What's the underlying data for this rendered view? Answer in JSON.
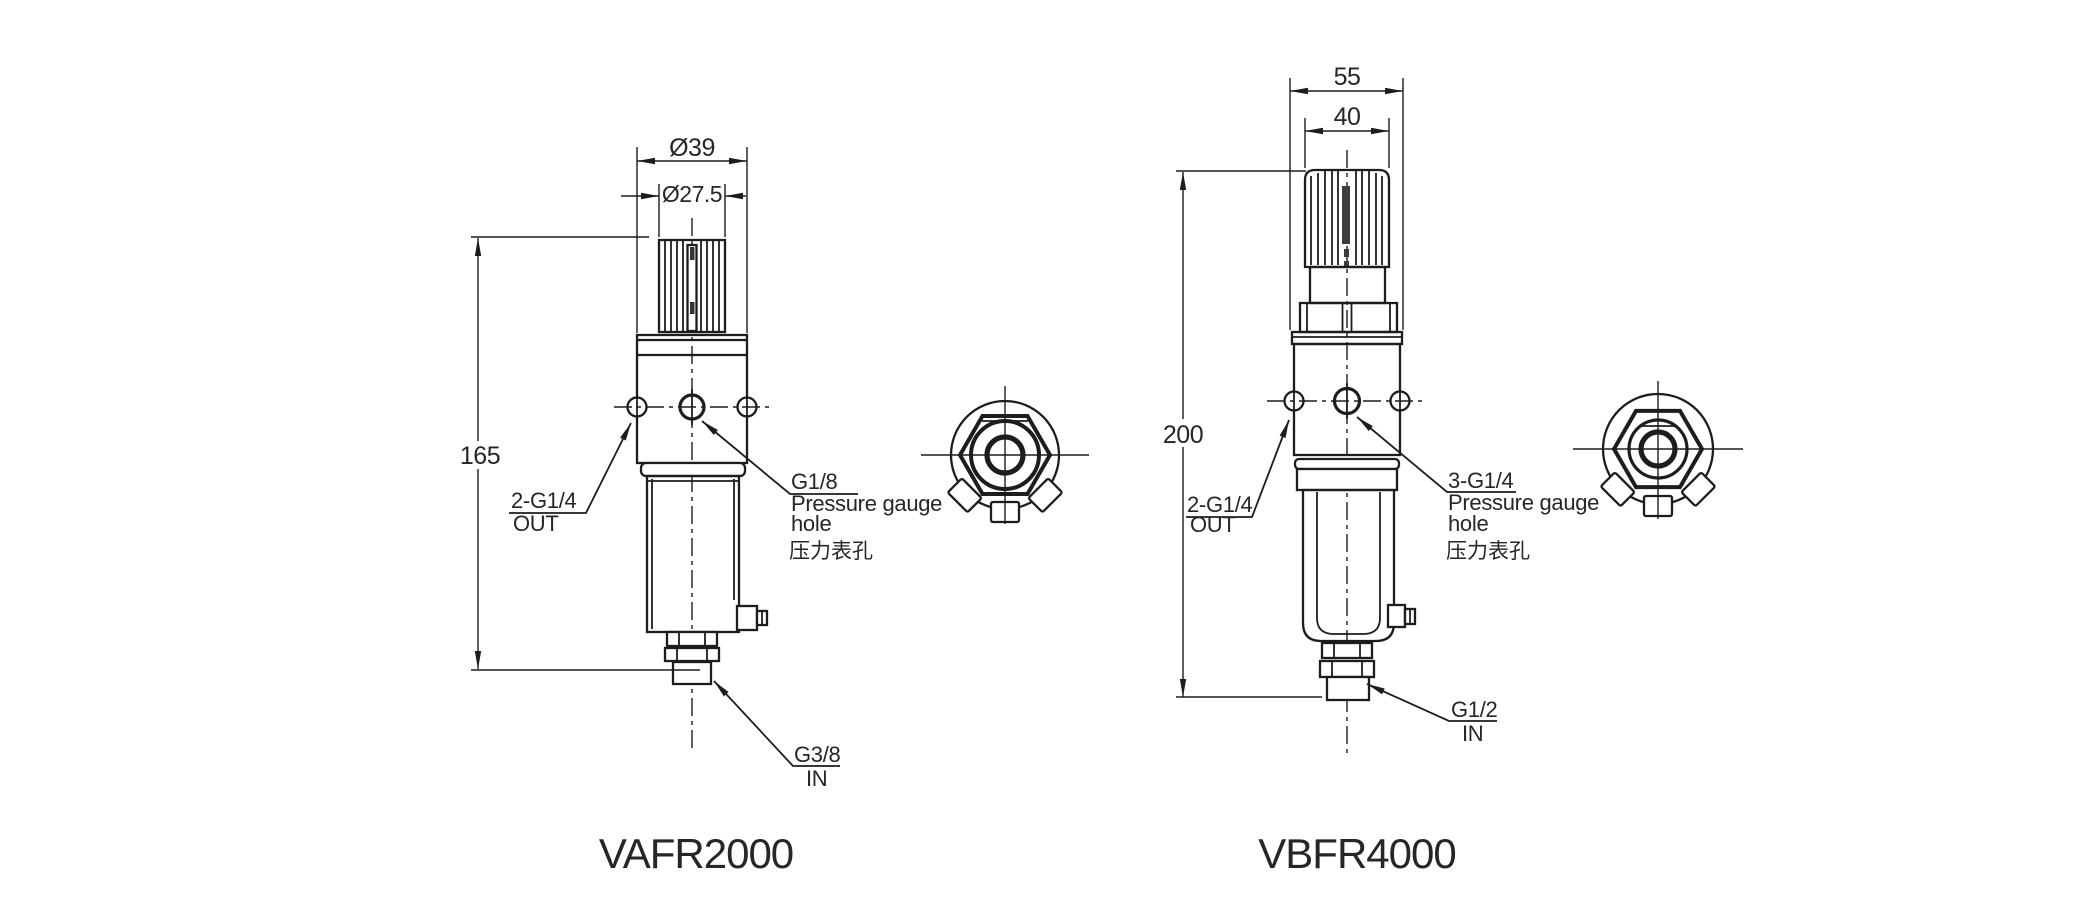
{
  "colors": {
    "background": "#ffffff",
    "line": "#1d1d1d",
    "text": "#262626"
  },
  "left_drawing": {
    "model": "VAFR2000",
    "dims": {
      "outer_dia": "Ø39",
      "knob_dia": "Ø27.5",
      "height": "165"
    },
    "labels": {
      "out_thread": "2-G1/4",
      "out": "OUT",
      "gauge_thread": "G1/8",
      "gauge_line1": "Pressure gauge",
      "gauge_line2": "hole",
      "gauge_cn": "压力表孔",
      "in_thread": "G3/8",
      "in": "IN"
    }
  },
  "right_drawing": {
    "model": "VBFR4000",
    "dims": {
      "body_width": "55",
      "knob_width": "40",
      "height": "200"
    },
    "labels": {
      "out_thread": "2-G1/4",
      "out": "OUT",
      "gauge_thread": "3-G1/4",
      "gauge_line1": "Pressure gauge",
      "gauge_line2": "hole",
      "gauge_cn": "压力表孔",
      "in_thread": "G1/2",
      "in": "IN"
    }
  }
}
